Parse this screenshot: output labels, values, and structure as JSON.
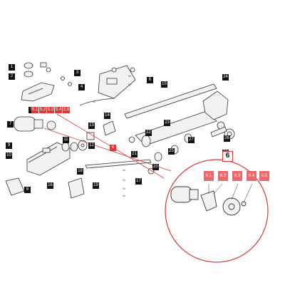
{
  "labels": {
    "l1": "1",
    "l2": "2",
    "l3": "3",
    "l4": "4",
    "l5": "5",
    "l6": "6",
    "l7": "7",
    "l8": "8",
    "l9": "9",
    "l10": "10",
    "l11": "11",
    "l12": "12",
    "l13": "13",
    "l14": "14",
    "l15": "15",
    "l16": "16",
    "l17": "17",
    "l18": "18",
    "l19": "19",
    "l20": "20",
    "l21": "21",
    "l22": "22",
    "l23": "23",
    "l24": "24",
    "l25": "25",
    "l26": "26",
    "l27": "27",
    "l28": "28",
    "l5_1": "5.1",
    "l5_2": "5.2",
    "l5_3": "5.3",
    "l5_4": "5.4",
    "l5_5": "5.5",
    "l6big": "6",
    "l6_1": "6.1",
    "l6_2": "6.2",
    "l6_3": "6.3",
    "l6_4": "6.4",
    "l6_5": "6.5",
    "sub": [
      "5x",
      "5x",
      "4x",
      "3x",
      "3x",
      "3x",
      "3x"
    ]
  },
  "colors": {
    "highlight": "#d93a3a",
    "zoom_label": "#e86a6a",
    "label_bg": "#111111",
    "line": "#333333"
  }
}
